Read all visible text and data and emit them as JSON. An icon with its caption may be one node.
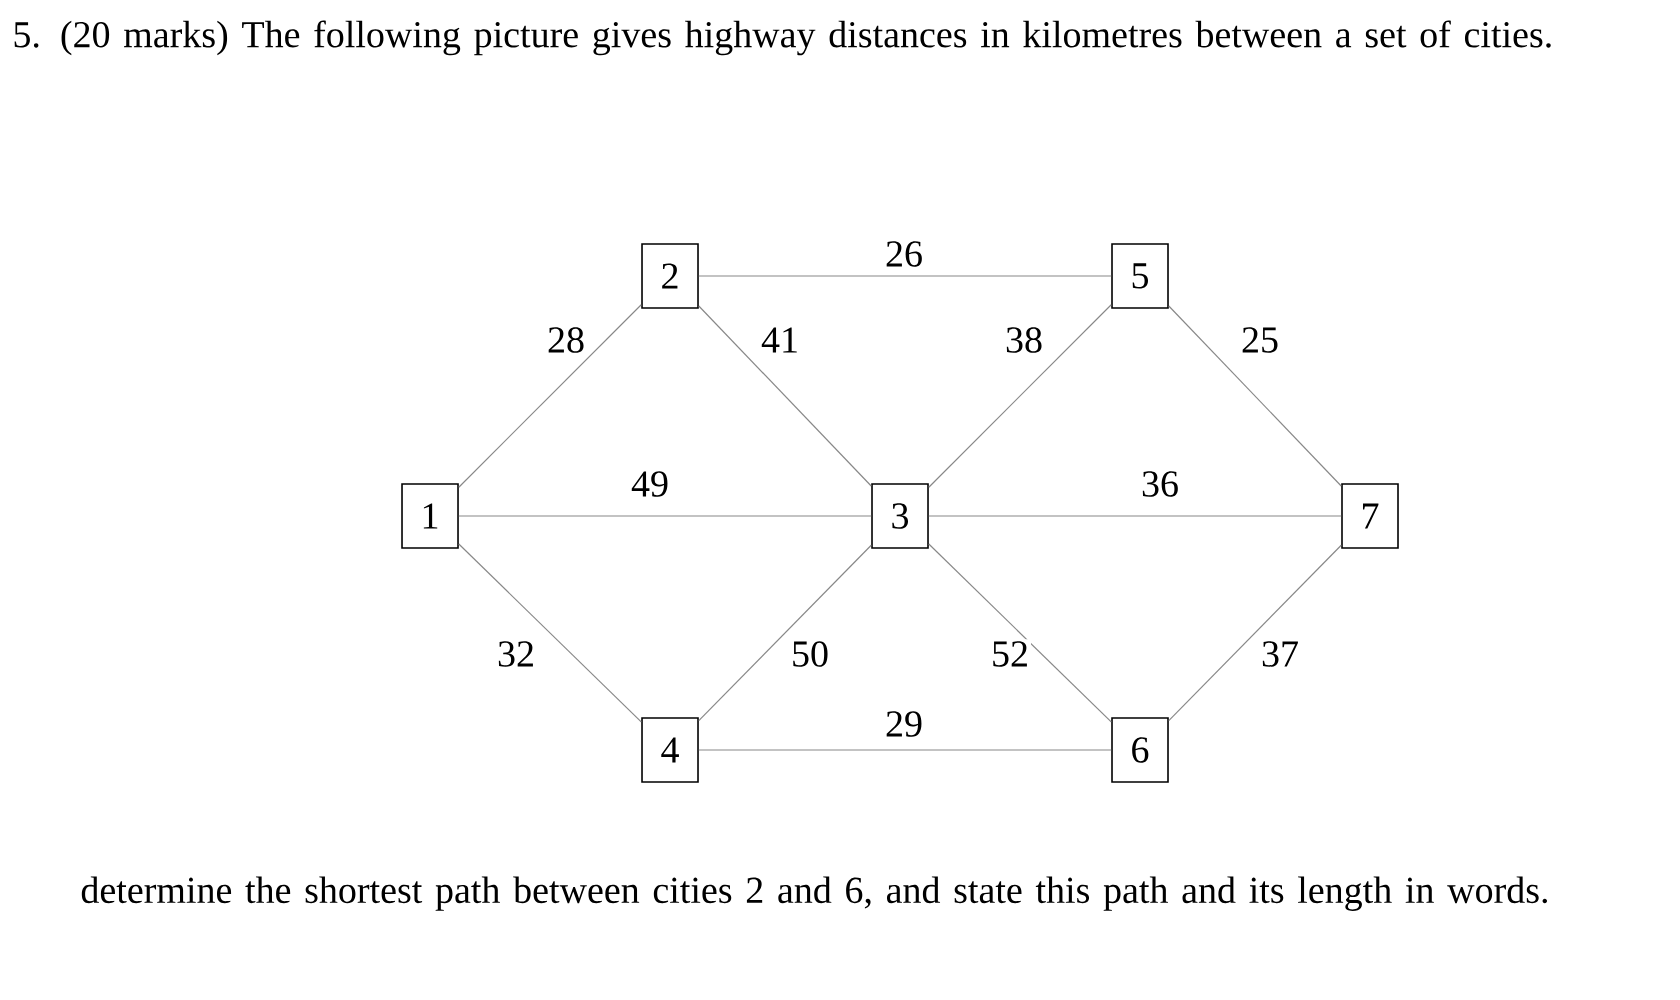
{
  "diagram": {
    "title": "5. (20 marks) The following picture gives highway distances in kilometres between a set of cities.",
    "caption": "determine the shortest path between cities 2 and 6, and state this path and its length in words.",
    "nodes": [
      {
        "text": [
          "1"
        ]
      },
      {
        "text": [
          "2"
        ]
      },
      {
        "text": [
          "3"
        ]
      },
      {
        "text": [
          "4"
        ]
      },
      {
        "text": [
          "5"
        ]
      },
      {
        "text": [
          "6"
        ]
      },
      {
        "text": [
          "7"
        ]
      }
    ],
    "edges": [
      {
        "from": 0,
        "to": 1,
        "arrow": "none",
        "label": "28"
      },
      {
        "from": 1,
        "to": 2,
        "arrow": "none",
        "label": "41"
      },
      {
        "from": 0,
        "to": 2,
        "arrow": "none",
        "label": "49"
      },
      {
        "from": 0,
        "to": 3,
        "arrow": "none",
        "label": "32"
      },
      {
        "from": 3,
        "to": 2,
        "arrow": "none",
        "label": "50"
      },
      {
        "from": 1,
        "to": 4,
        "arrow": "none",
        "label": "26"
      },
      {
        "from": 3,
        "to": 5,
        "arrow": "none",
        "label": "29"
      },
      {
        "from": 2,
        "to": 4,
        "arrow": "none",
        "label": "38"
      },
      {
        "from": 2,
        "to": 6,
        "arrow": "none",
        "label": "36"
      },
      {
        "from": 2,
        "to": 5,
        "arrow": "none",
        "label": "52"
      },
      {
        "from": 4,
        "to": 6,
        "arrow": "none",
        "label": "25"
      },
      {
        "from": 5,
        "to": 6,
        "arrow": "none",
        "label": "37"
      }
    ]
  }
}
